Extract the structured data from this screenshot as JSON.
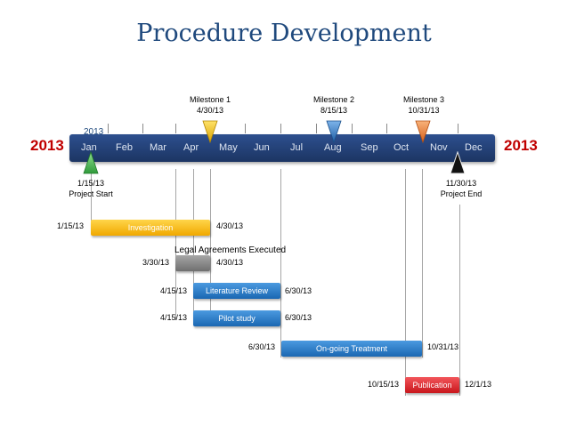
{
  "title": "Procedure Development",
  "year_left": "2013",
  "year_right": "2013",
  "bar_year": "2013",
  "months": [
    "Jan",
    "Feb",
    "Mar",
    "Apr",
    "May",
    "Jun",
    "Jul",
    "Aug",
    "Sep",
    "Oct",
    "Nov",
    "Dec"
  ],
  "milestones": [
    {
      "name": "Milestone 1",
      "date": "4/30/13",
      "color": "#f2c200"
    },
    {
      "name": "Milestone 2",
      "date": "8/15/13",
      "color": "#2e75b6"
    },
    {
      "name": "Milestone 3",
      "date": "10/31/13",
      "color": "#ed7d31"
    }
  ],
  "start": {
    "date": "1/15/13",
    "label": "Project Start",
    "color": "#3fae49"
  },
  "end": {
    "date": "11/30/13",
    "label": "Project End",
    "color": "#111111"
  },
  "tasks": [
    {
      "name": "Investigation",
      "start": "1/15/13",
      "end": "4/30/13",
      "color": "#f5b800"
    },
    {
      "name": "Legal Agreements Executed",
      "start": "3/30/13",
      "end": "4/30/13",
      "color": "#7f7f7f"
    },
    {
      "name": "Literature Review",
      "start": "4/15/13",
      "end": "6/30/13",
      "color": "#1f78c8"
    },
    {
      "name": "Pilot study",
      "start": "4/15/13",
      "end": "6/30/13",
      "color": "#1f78c8"
    },
    {
      "name": "On-going Treatment",
      "start": "6/30/13",
      "end": "10/31/13",
      "color": "#1f78c8"
    },
    {
      "name": "Publication",
      "start": "10/15/13",
      "end": "12/1/13",
      "color": "#e0252b"
    }
  ]
}
